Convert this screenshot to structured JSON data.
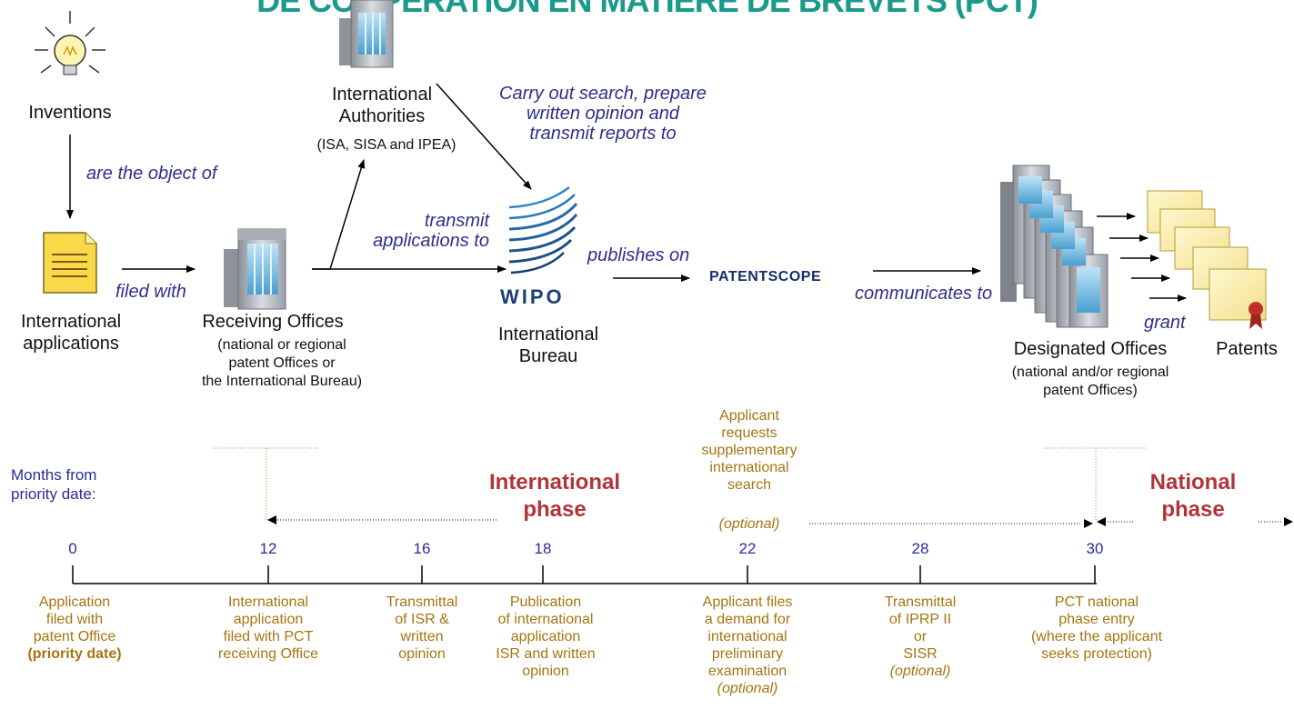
{
  "title": "DE COOPÉRATION EN MATIÈRE DE BREVETS (PCT)",
  "nodes": {
    "inventions": "Inventions",
    "intl_apps": "International\napplications",
    "receiving_offices": "Receiving Offices",
    "receiving_offices_sub": "(national or regional\npatent Offices or\nthe International Bureau)",
    "intl_authorities": "International\nAuthorities",
    "intl_authorities_sub": "(ISA, SISA and IPEA)",
    "wipo_logo": "WIPO",
    "intl_bureau": "International\nBureau",
    "patentscope": "PATENTSCOPE",
    "designated_offices": "Designated Offices",
    "designated_offices_sub": "(national and/or regional\npatent Offices)",
    "patents": "Patents"
  },
  "verbs": {
    "object_of": "are the object of",
    "filed_with": "filed with",
    "transmit": "transmit\napplications to",
    "carry_out": "Carry out search, prepare\nwritten opinion and\ntransmit reports to",
    "publishes_on": "publishes on",
    "communicates_to": "communicates to",
    "grant": "grant"
  },
  "timeline": {
    "months_label": "Months from\npriority date:",
    "intl_phase": "International\nphase",
    "natl_phase": "National\nphase",
    "applicant_requests": "Applicant\nrequests\nsupplementary\ninternational\nsearch",
    "applicant_requests_opt": "(optional)",
    "marks": [
      {
        "month": "0",
        "desc": "Application\nfiled with\npatent Office",
        "desc_bold": "(priority date)"
      },
      {
        "month": "12",
        "desc": "International\napplication\nfiled with PCT\nreceiving Office",
        "desc_bold": ""
      },
      {
        "month": "16",
        "desc": "Transmittal\nof ISR &\nwritten\nopinion",
        "desc_bold": ""
      },
      {
        "month": "18",
        "desc": "Publication\nof international\napplication\nISR and written\nopinion",
        "desc_bold": ""
      },
      {
        "month": "22",
        "desc": "Applicant files\na demand for\ninternational\npreliminary\nexamination",
        "desc_italic": "(optional)"
      },
      {
        "month": "28",
        "desc": "Transmittal\nof IPRP II\nor\nSISR",
        "desc_italic": "(optional)"
      },
      {
        "month": "30",
        "desc": "PCT national\nphase entry\n(where the applicant\nseeks protection)",
        "desc_bold": ""
      }
    ]
  },
  "colors": {
    "title": "#1a9a8c",
    "verb": "#2f2f8c",
    "gold": "#a67410",
    "phase": "#b0343a",
    "month": "#2b2b9a"
  }
}
